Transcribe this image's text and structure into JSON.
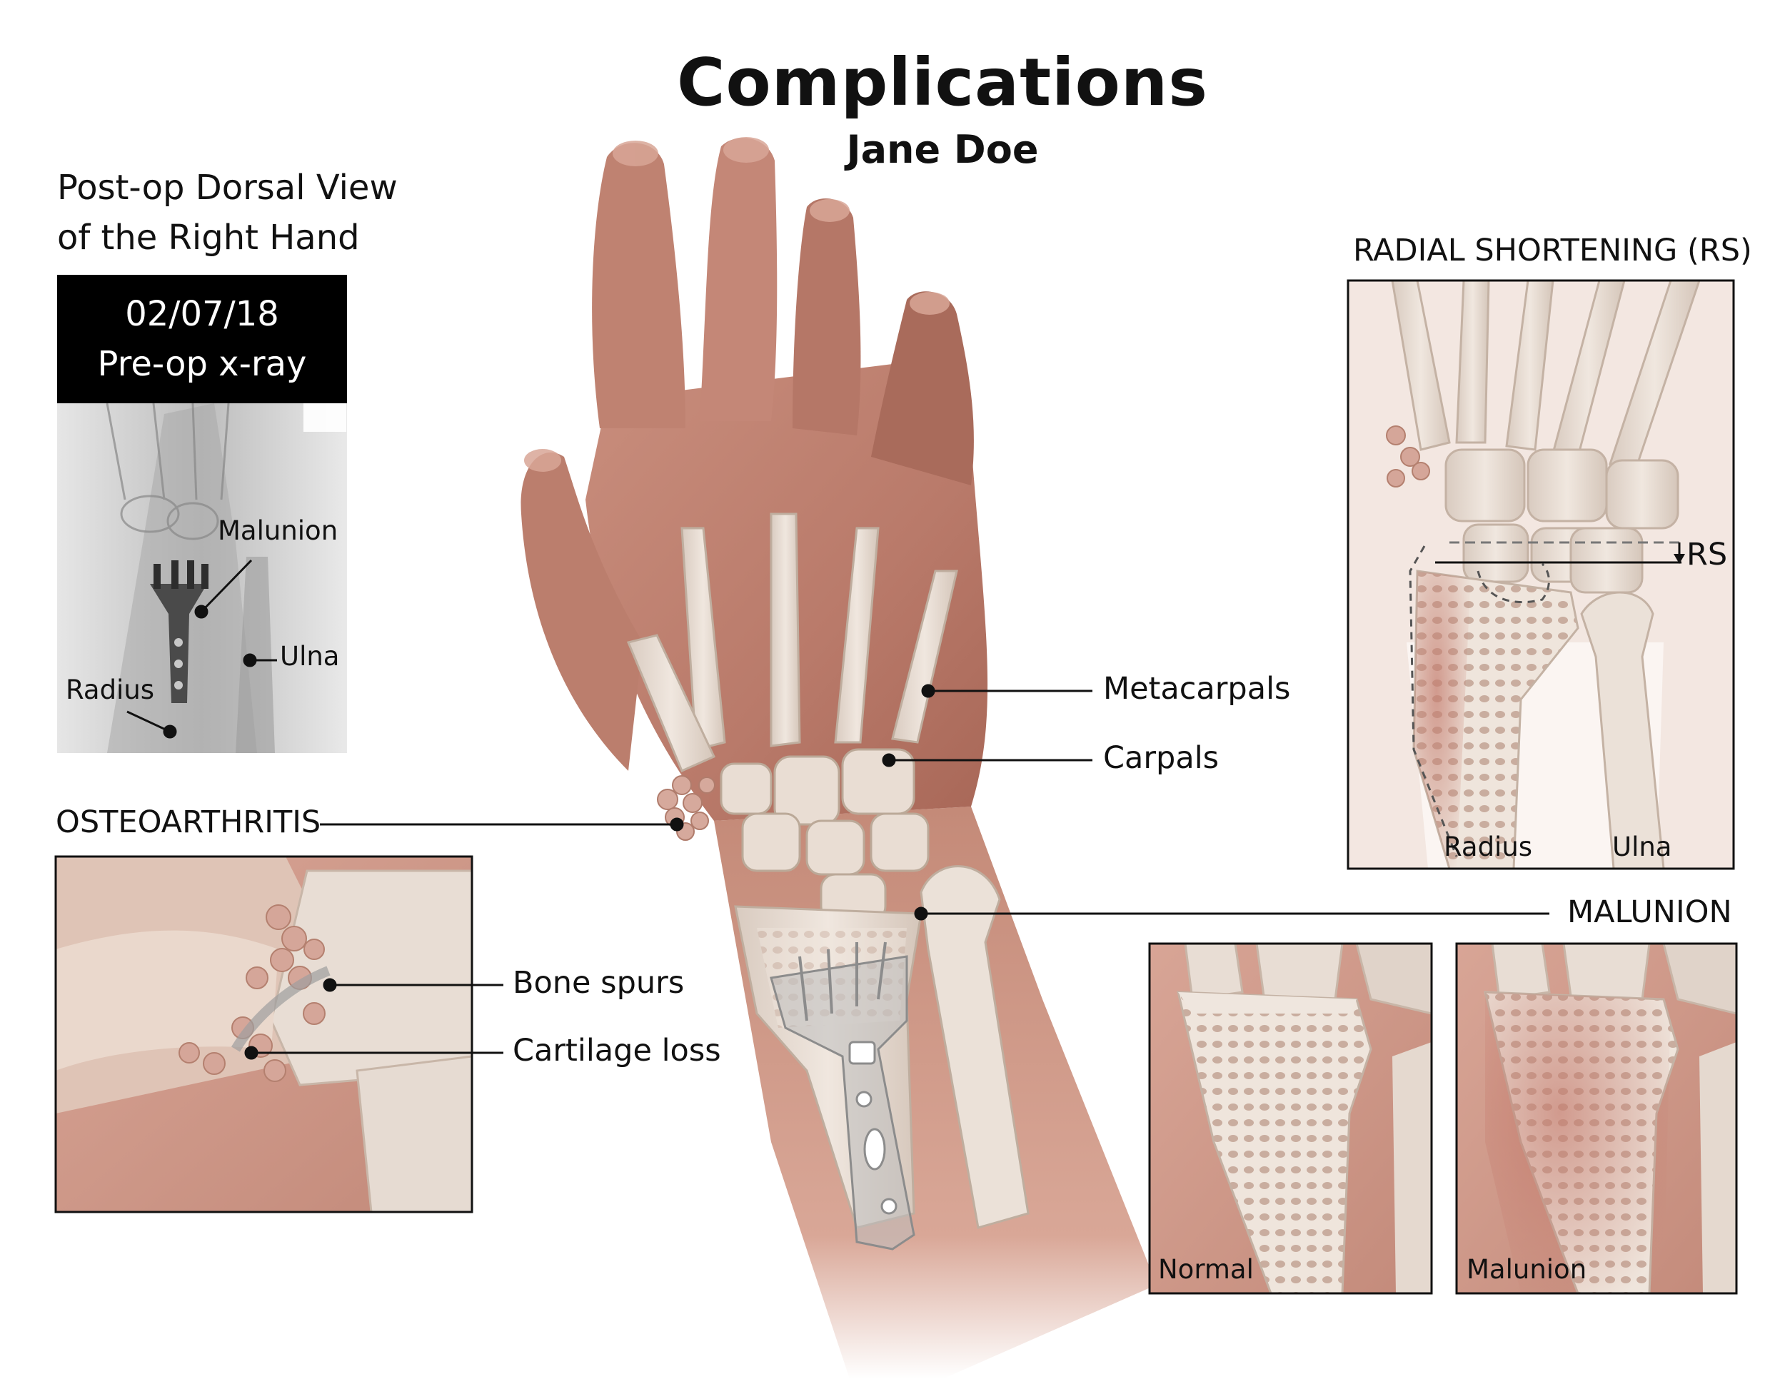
{
  "title": "Complications",
  "subtitle": "Jane Doe",
  "postop": {
    "line1": "Post-op Dorsal View",
    "line2": "of the Right Hand"
  },
  "xray": {
    "date": "02/07/18",
    "label": "Pre-op x-ray",
    "labels": {
      "malunion": "Malunion",
      "ulna": "Ulna",
      "radius": "Radius"
    }
  },
  "hand_labels": {
    "metacarpals": "Metacarpals",
    "carpals": "Carpals"
  },
  "osteoarthritis": {
    "heading": "OSTEOARTHRITIS",
    "bone_spurs": "Bone spurs",
    "cartilage_loss": "Cartilage loss"
  },
  "radial_shortening": {
    "heading": "RADIAL SHORTENING (RS)",
    "rs": "RS",
    "radius": "Radius",
    "ulna": "Ulna"
  },
  "malunion": {
    "heading": "MALUNION",
    "normal": "Normal",
    "malunion": "Malunion"
  },
  "colors": {
    "skin": "#b97a6a",
    "skin_light": "#dba898",
    "bone": "#eadfd6",
    "bone_shadow": "#cdbdb2",
    "line": "#111111"
  },
  "icons": [
    "xray-image",
    "hand-illustration",
    "osteoarthritis-inset",
    "radial-shortening-inset",
    "normal-radius-inset",
    "malunion-radius-inset"
  ]
}
